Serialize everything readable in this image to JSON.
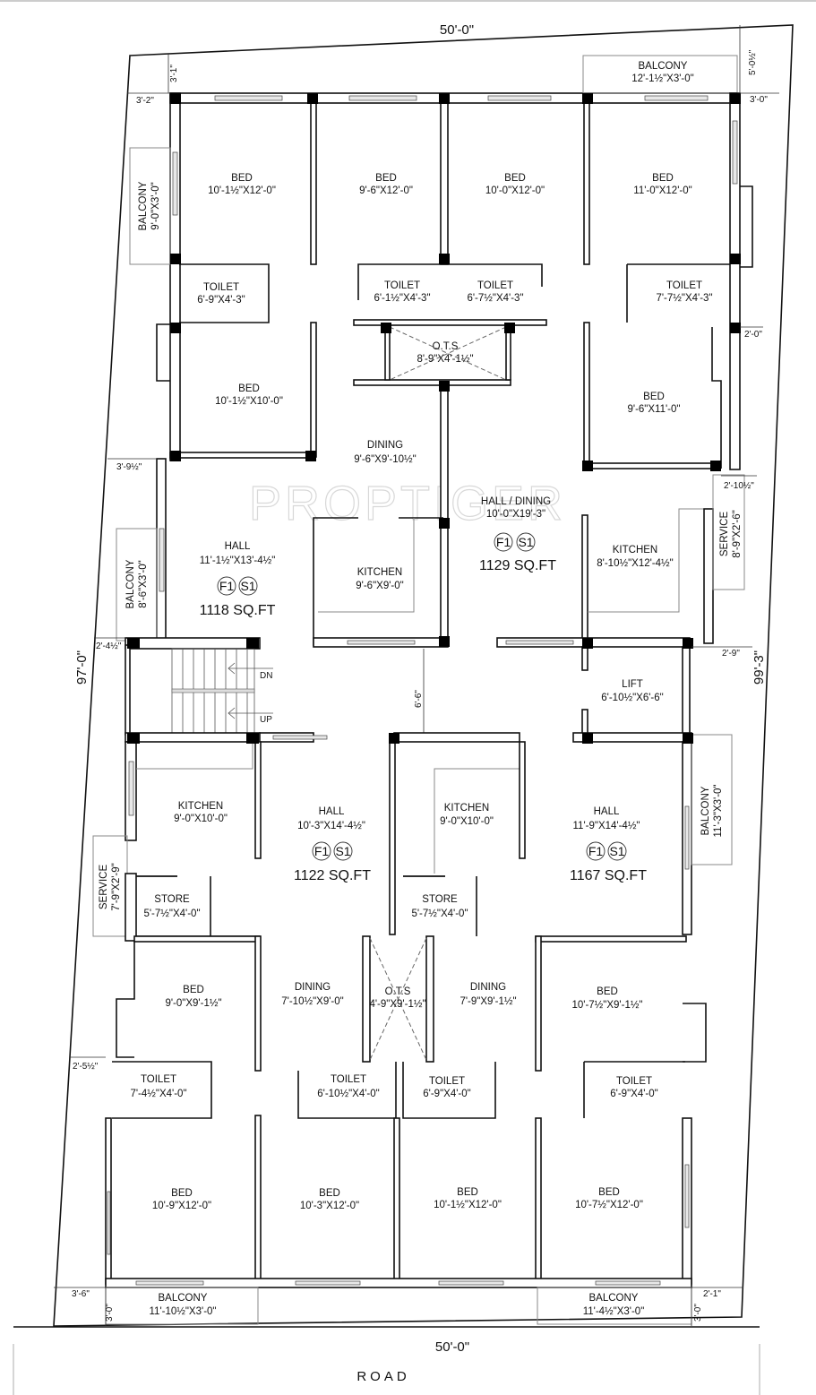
{
  "plot": {
    "top_width": "50'-0\"",
    "bottom_width": "50'-0\"",
    "left_depth": "97'-0\"",
    "right_depth": "99'-3\"",
    "road_label": "ROAD",
    "watermark": "PROPTIGER"
  },
  "setbacks": {
    "top_left_v": "3'-1\"",
    "top_left_h": "3'-2\"",
    "top_right_v": "5'-0½\"",
    "top_right_h": "3'-0\"",
    "right_2_0": "2'-0\"",
    "right_2_10": "2'-10½\"",
    "left_3_9": "3'-9½\"",
    "left_2_4": "2'-4½\"",
    "right_2_9": "2'-9\"",
    "corridor": "6'-6\"",
    "left_2_5": "2'-5½\"",
    "bottom_left_h": "3'-6\"",
    "bottom_left_v": "3'-0\"",
    "bottom_right_h": "2'-1\"",
    "bottom_right_v": "3'-0\""
  },
  "flats": [
    {
      "name": "flat-top-left",
      "badge_f": "F1",
      "badge_s": "S1",
      "area": "1118 SQ.FT",
      "rooms": [
        {
          "label": "BED",
          "dims": "10'-1½\"X12'-0\""
        },
        {
          "label": "BED",
          "dims": "9'-6\"X12'-0\""
        },
        {
          "label": "TOILET",
          "dims": "6'-9\"X4'-3\""
        },
        {
          "label": "TOILET",
          "dims": "6'-1½\"X4'-3\""
        },
        {
          "label": "BED",
          "dims": "10'-1½\"X10'-0\""
        },
        {
          "label": "DINING",
          "dims": "9'-6\"X9'-10½\""
        },
        {
          "label": "HALL",
          "dims": "11'-1½\"X13'-4½\""
        },
        {
          "label": "KITCHEN",
          "dims": "9'-6\"X9'-0\""
        },
        {
          "label": "BALCONY",
          "dims": "9'-0\"X3'-0\""
        },
        {
          "label": "BALCONY",
          "dims": "8'-6\"X3'-0\""
        }
      ]
    },
    {
      "name": "flat-top-right",
      "badge_f": "F1",
      "badge_s": "S1",
      "area": "1129 SQ.FT",
      "rooms": [
        {
          "label": "BED",
          "dims": "10'-0\"X12'-0\""
        },
        {
          "label": "BED",
          "dims": "11'-0\"X12'-0\""
        },
        {
          "label": "BALCONY",
          "dims": "12'-1½\"X3'-0\""
        },
        {
          "label": "TOILET",
          "dims": "6'-7½\"X4'-3\""
        },
        {
          "label": "TOILET",
          "dims": "7'-7½\"X4'-3\""
        },
        {
          "label": "BED",
          "dims": "9'-6\"X11'-0\""
        },
        {
          "label": "HALL / DINING",
          "dims": "10'-0\"X19'-3\""
        },
        {
          "label": "KITCHEN",
          "dims": "8'-10½\"X12'-4½\""
        },
        {
          "label": "SERVICE",
          "dims": "8'-9\"X2'-6\""
        }
      ]
    },
    {
      "name": "flat-bottom-left",
      "badge_f": "F1",
      "badge_s": "S1",
      "area": "1122 SQ.FT",
      "rooms": [
        {
          "label": "KITCHEN",
          "dims": "9'-0\"X10'-0\""
        },
        {
          "label": "HALL",
          "dims": "10'-3\"X14'-4½\""
        },
        {
          "label": "SERVICE",
          "dims": "7'-9\"X2'-9\""
        },
        {
          "label": "STORE",
          "dims": "5'-7½\"X4'-0\""
        },
        {
          "label": "BED",
          "dims": "9'-0\"X9'-1½\""
        },
        {
          "label": "DINING",
          "dims": "7'-10½\"X9'-0\""
        },
        {
          "label": "TOILET",
          "dims": "7'-4½\"X4'-0\""
        },
        {
          "label": "TOILET",
          "dims": "6'-10½\"X4'-0\""
        },
        {
          "label": "BED",
          "dims": "10'-9\"X12'-0\""
        },
        {
          "label": "BED",
          "dims": "10'-3\"X12'-0\""
        },
        {
          "label": "BALCONY",
          "dims": "11'-10½\"X3'-0\""
        }
      ]
    },
    {
      "name": "flat-bottom-right",
      "badge_f": "F1",
      "badge_s": "S1",
      "area": "1167 SQ.FT",
      "rooms": [
        {
          "label": "KITCHEN",
          "dims": "9'-0\"X10'-0\""
        },
        {
          "label": "HALL",
          "dims": "11'-9\"X14'-4½\""
        },
        {
          "label": "BALCONY",
          "dims": "11'-3\"X3'-0\""
        },
        {
          "label": "STORE",
          "dims": "5'-7½\"X4'-0\""
        },
        {
          "label": "DINING",
          "dims": "7'-9\"X9'-1½\""
        },
        {
          "label": "BED",
          "dims": "10'-7½\"X9'-1½\""
        },
        {
          "label": "TOILET",
          "dims": "6'-9\"X4'-0\""
        },
        {
          "label": "TOILET",
          "dims": "6'-9\"X4'-0\""
        },
        {
          "label": "BED",
          "dims": "10'-1½\"X12'-0\""
        },
        {
          "label": "BED",
          "dims": "10'-7½\"X12'-0\""
        },
        {
          "label": "BALCONY",
          "dims": "11'-4½\"X3'-0\""
        }
      ]
    }
  ],
  "common": {
    "ots_top": {
      "label": "O.T.S",
      "dims": "8'-9\"X4'-1½\""
    },
    "ots_bottom": {
      "label": "O.T.S",
      "dims": "4'-9\"X9'-1½\""
    },
    "lift": {
      "label": "LIFT",
      "dims": "6'-10½\"X6'-6\""
    },
    "stair_dn": "DN",
    "stair_up": "UP"
  }
}
